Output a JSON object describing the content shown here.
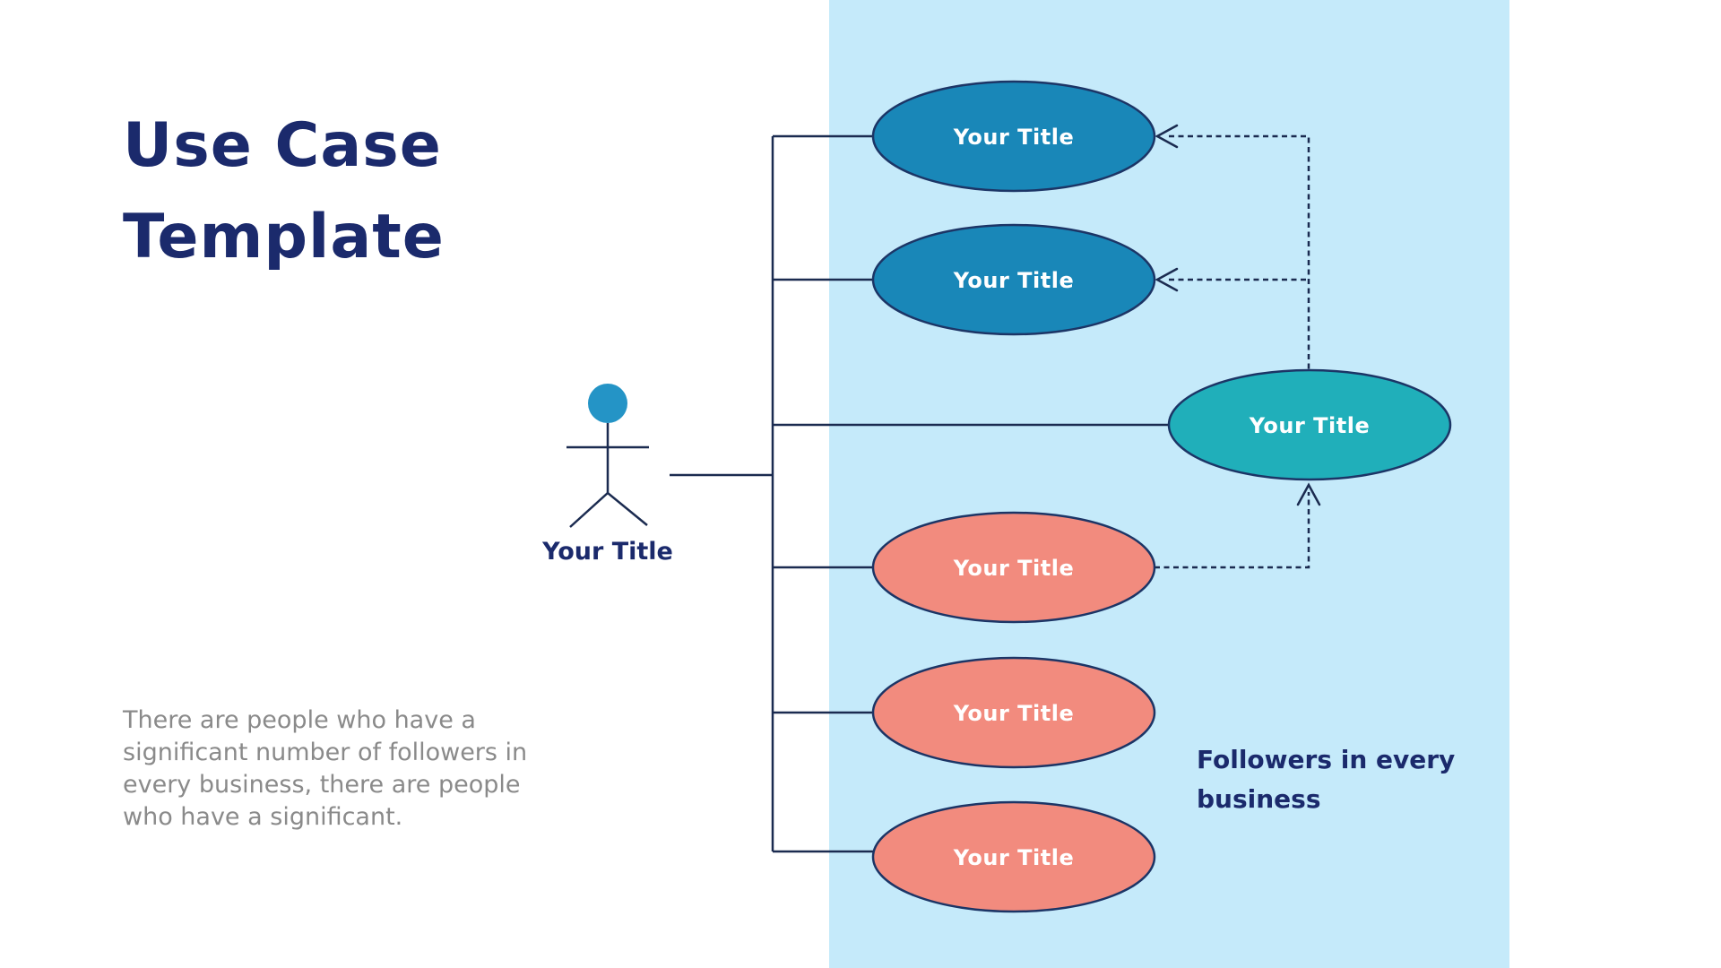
{
  "page": {
    "title": "Use Case Template",
    "description": "There are people who have a significant number of followers in every business, there are people who have a significant.",
    "panel_caption": "Followers in every business"
  },
  "actor": {
    "label": "Your Title"
  },
  "use_cases": [
    {
      "id": 1,
      "label": "Your Title",
      "color": "#1987b8"
    },
    {
      "id": 2,
      "label": "Your Title",
      "color": "#1987b8"
    },
    {
      "id": 3,
      "label": "Your Title",
      "color": "#20afba"
    },
    {
      "id": 4,
      "label": "Your Title",
      "color": "#f28b7e"
    },
    {
      "id": 5,
      "label": "Your Title",
      "color": "#f28b7e"
    },
    {
      "id": 6,
      "label": "Your Title",
      "color": "#f28b7e"
    }
  ],
  "colors": {
    "background": "#ffffff",
    "panel": "#c5eafa",
    "navy_text": "#1b2a6c",
    "line": "#1b2b50",
    "node_stroke": "#1c3566",
    "blue_node": "#1987b8",
    "teal_node": "#20afba",
    "salmon_node": "#f28b7e",
    "actor_head": "#2494c6",
    "body_text": "#8a8a8a",
    "node_label_text": "#ffffff"
  }
}
